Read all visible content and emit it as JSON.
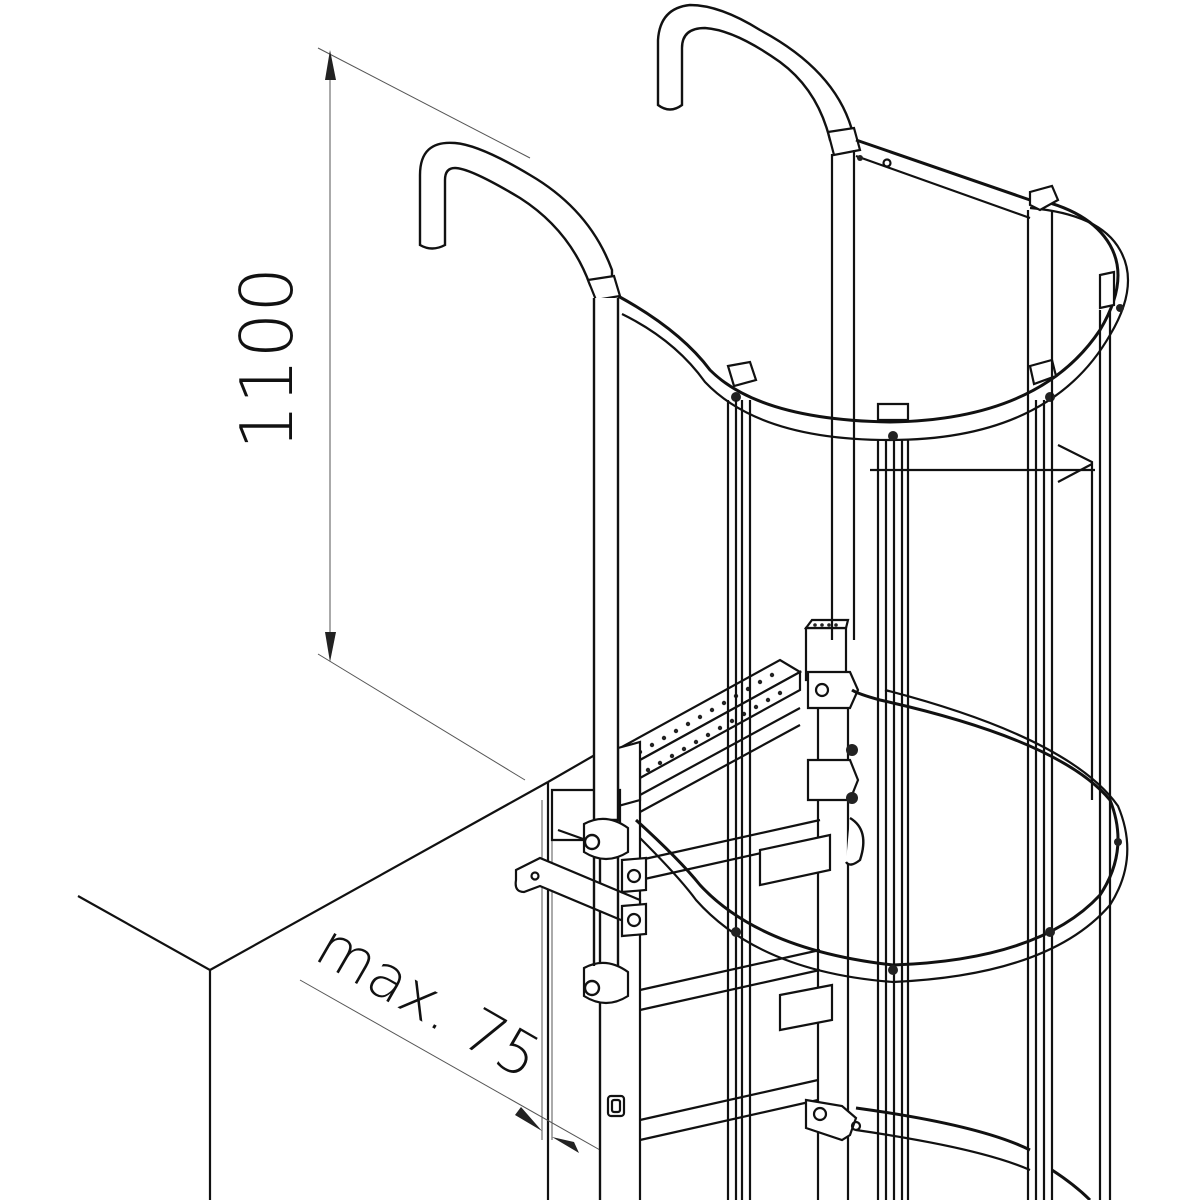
{
  "figure": {
    "subject": "fixed ladder with safety cage and exit handrails at roof edge",
    "background_color": "#ffffff",
    "line_color": "#111111"
  },
  "dimensions": {
    "height": {
      "label": "1100",
      "orientation": "vertical-rotated"
    },
    "offset": {
      "label": "max. 75",
      "orientation": "isometric-diagonal"
    }
  }
}
